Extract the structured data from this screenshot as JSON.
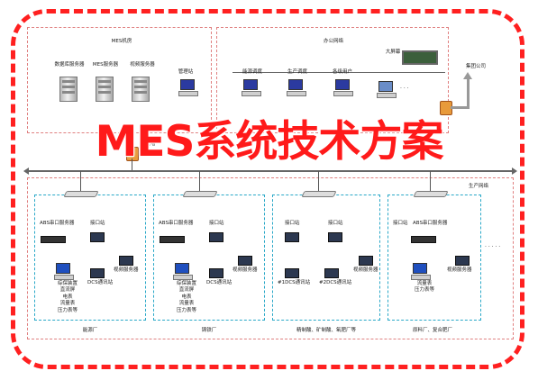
{
  "title": "MES系统技术方案",
  "top_left_zone": {
    "label": "MES机房",
    "servers": [
      "数据库服务器",
      "MES服务器",
      "视频服务器"
    ],
    "workstation": "管理站",
    "firewall": "防火墙"
  },
  "top_right_zone": {
    "label": "办公网络",
    "workstations": [
      "能源调度",
      "生产调度",
      "各级用户"
    ],
    "screen": "大屏幕",
    "ellipsis": "·  ·  ·",
    "external": "集团公司"
  },
  "production_network": {
    "label": "生产网络",
    "plants": [
      {
        "name": "能源厂",
        "server": "ABS串口服务器",
        "interface": "接口站",
        "video": "视频服务器",
        "dcs": "DCS通讯站",
        "devices": "综保装置\n直流屏\n电表\n流量表\n压力表等"
      },
      {
        "name": "铸铁厂",
        "server": "ABS串口服务器",
        "interface": "接口站",
        "video": "视频服务器",
        "dcs": "DCS通讯站",
        "devices": "综保装置\n直流屏\n电表\n流量表\n压力表等"
      },
      {
        "name": "精制酸、矿制酸、氧肥厂等",
        "server": "接口站",
        "interface": "接口站",
        "video": "视频服务器",
        "dcs": "#1DCS通讯站",
        "dcs2": "#2DCS通讯站"
      },
      {
        "name": "原料厂、复合肥厂",
        "server": "ABS串口服务器",
        "interface": "接口站",
        "video": "视频服务器",
        "devices": "流量表\n压力表等"
      }
    ],
    "ellipsis": "· · · · ·"
  }
}
